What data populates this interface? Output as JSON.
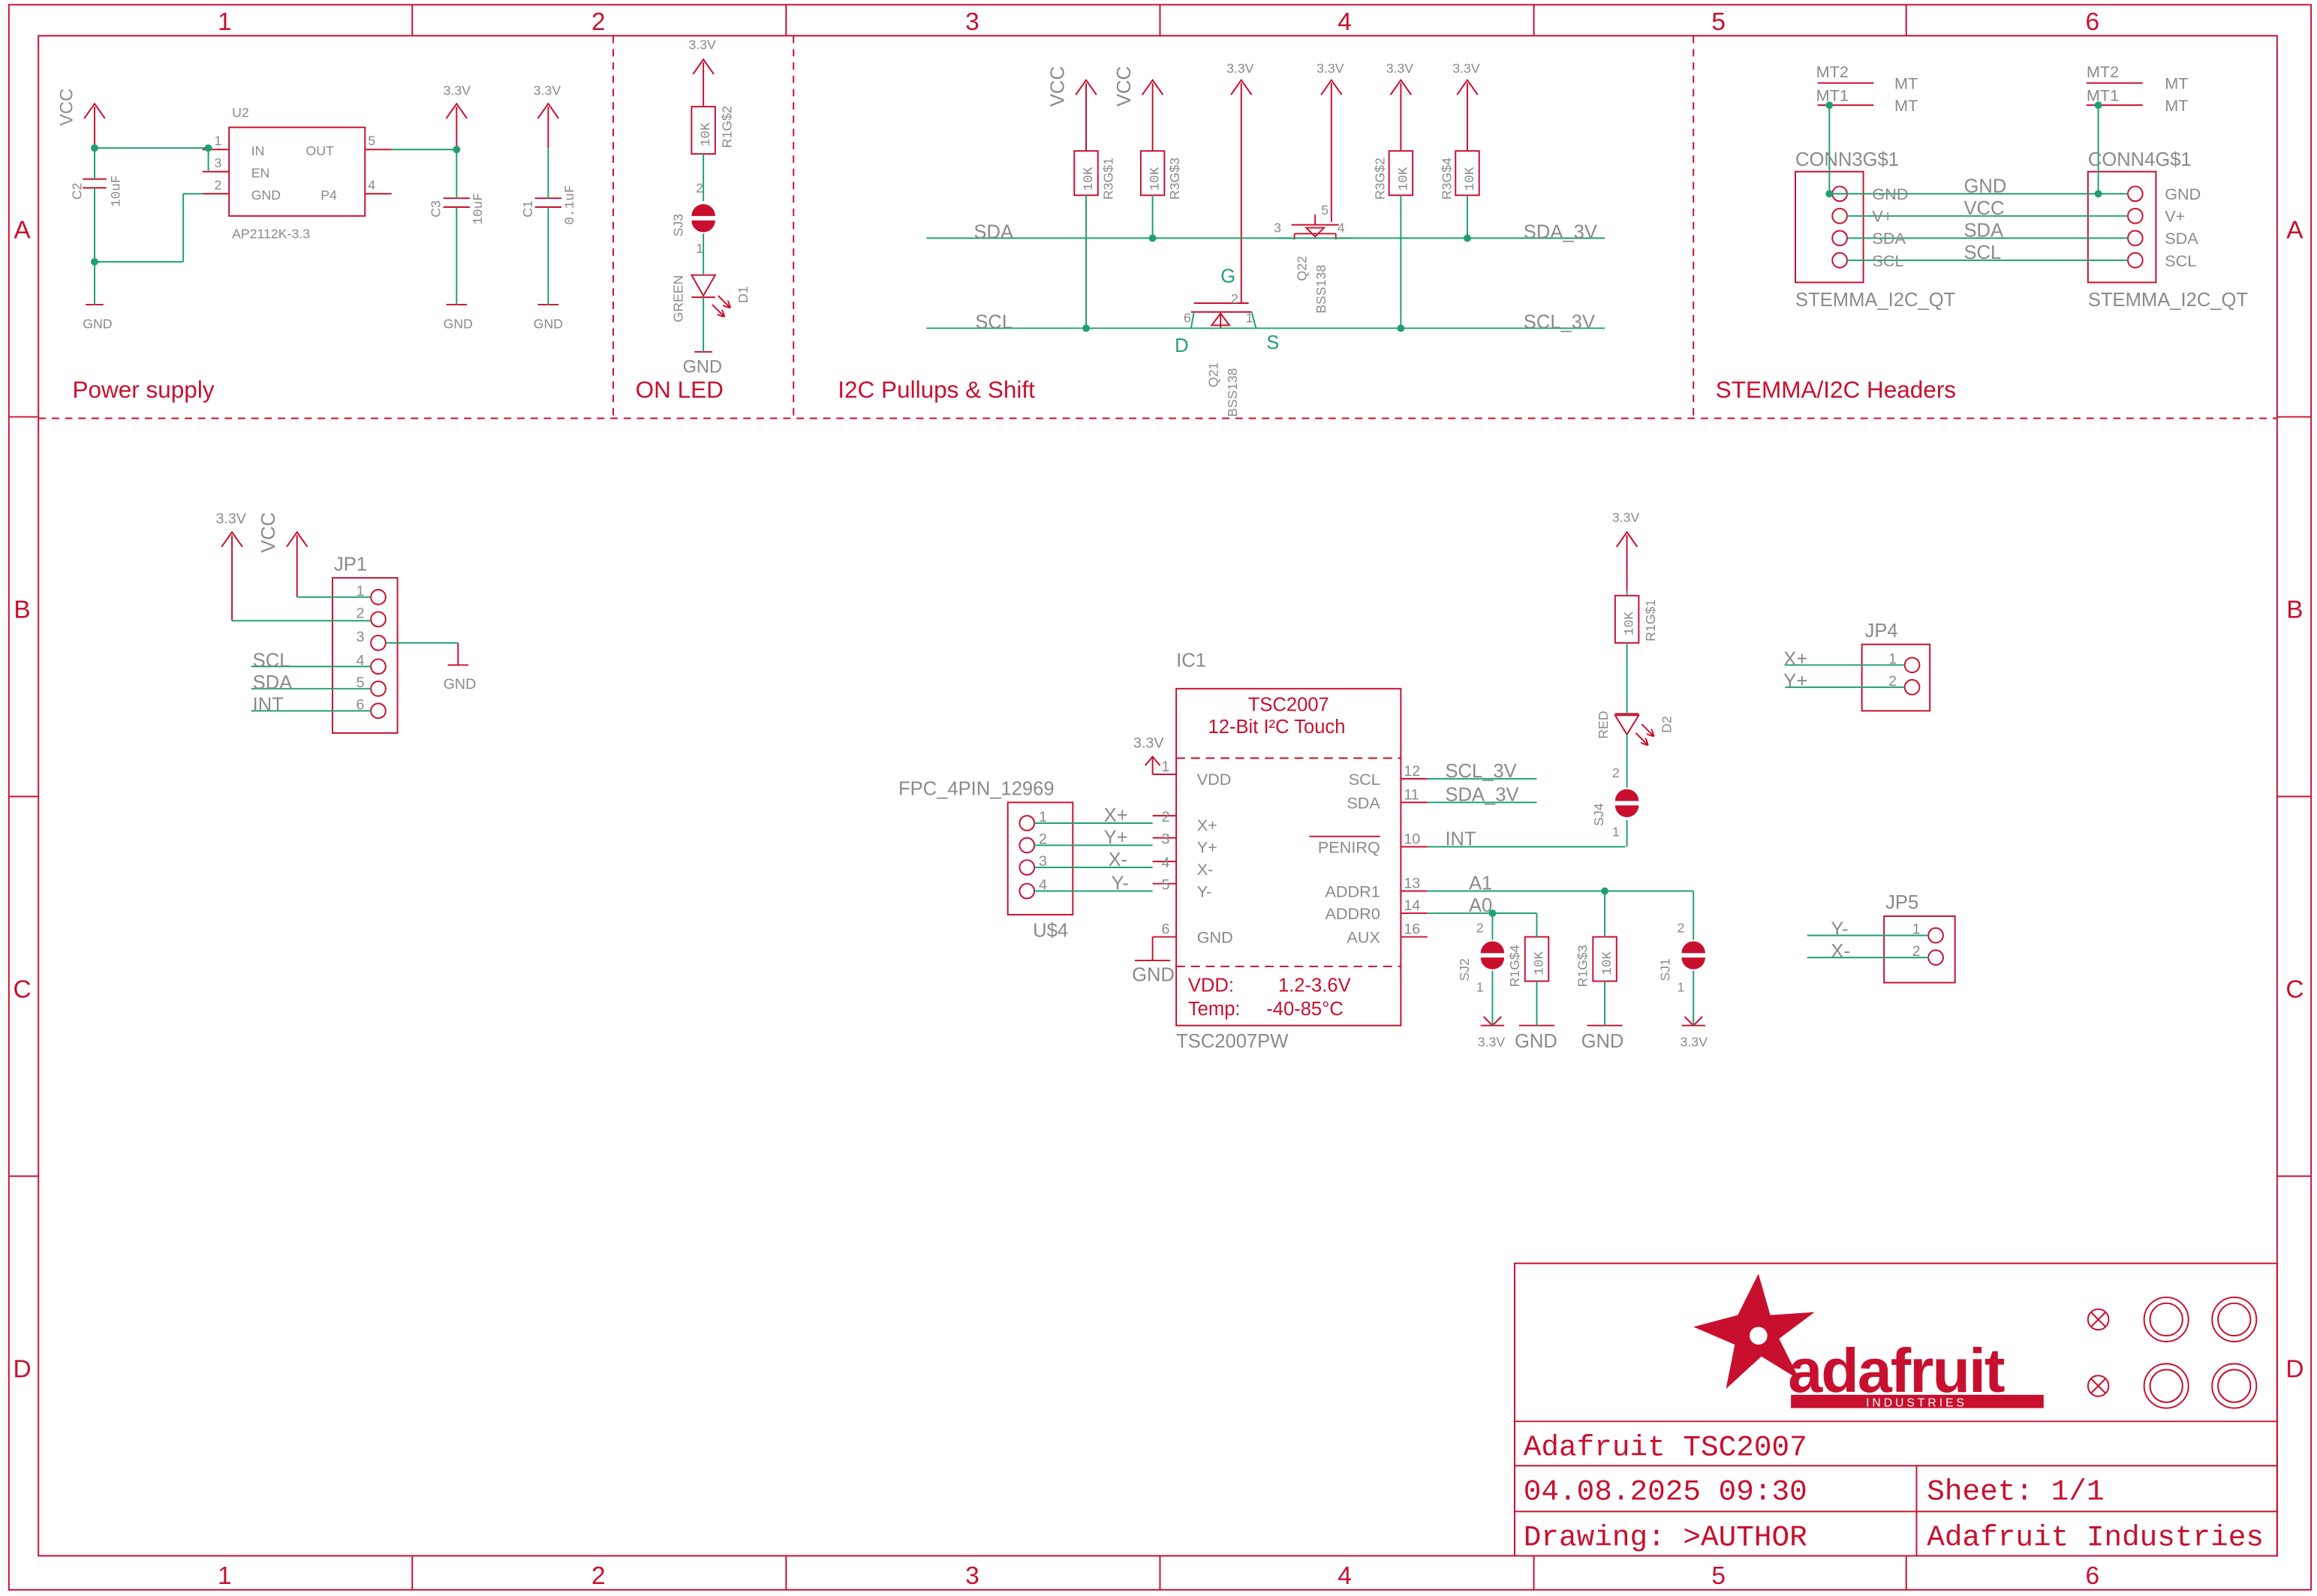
{
  "colors": {
    "frame": "#c8102e",
    "wire": "#20a070",
    "part_text": "#8a8a8a",
    "net_text": "#808080",
    "green_text": "#20a070",
    "background": "#ffffff"
  },
  "frame": {
    "columns": [
      "1",
      "2",
      "3",
      "4",
      "5",
      "6"
    ],
    "rows": [
      "A",
      "B",
      "C",
      "D"
    ]
  },
  "sections": {
    "power": "Power supply",
    "onled": "ON LED",
    "i2c": "I2C Pullups & Shift",
    "stemma": "STEMMA/I2C Headers"
  },
  "power": {
    "vcc": "VCC",
    "u2_name": "U2",
    "u2_value": "AP2112K-3.3",
    "pin_in": "IN",
    "pin_en": "EN",
    "pin_gnd": "GND",
    "pin_out": "OUT",
    "pin_p4": "P4",
    "pn1": "1",
    "pn3": "3",
    "pn2": "2",
    "pn5": "5",
    "pn4": "4",
    "c2_name": "C2",
    "c2_value": "10uF",
    "c3_name": "C3",
    "c3_value": "10uF",
    "c1_name": "C1",
    "c1_value": "0.1uF",
    "v33": "3.3V",
    "gnd": "GND"
  },
  "onled": {
    "v33": "3.3V",
    "r_value": "10K",
    "r_name": "R1G$2",
    "pin2": "2",
    "pin1": "1",
    "sj_name": "SJ3",
    "led_color": "GREEN",
    "led_name": "D1",
    "gnd": "GND"
  },
  "i2c": {
    "vcc": "VCC",
    "v33": "3.3V",
    "r1_name": "R3G$1",
    "r2_name": "R3G$3",
    "r3_name": "R3G$2",
    "r4_name": "R3G$4",
    "r_value": "10K",
    "sda": "SDA",
    "scl": "SCL",
    "sda_3v": "SDA_3V",
    "scl_3v": "SCL_3V",
    "q21_name": "Q21",
    "q21_value": "BSS138",
    "q22_name": "Q22",
    "q22_value": "BSS138",
    "g": "G",
    "d": "D",
    "s": "S",
    "pin2": "2",
    "pin3": "3",
    "pin1": "1",
    "pin4": "4",
    "pin5": "5",
    "pin6": "6"
  },
  "stemma": {
    "mt2": "MT2",
    "mt1": "MT1",
    "mt": "MT",
    "conn3_name": "CONN3G$1",
    "conn4_name": "CONN4G$1",
    "conn_value": "STEMMA_I2C_QT",
    "pins": [
      "GND",
      "V+",
      "SDA",
      "SCL"
    ],
    "nets": [
      "GND",
      "VCC",
      "SDA",
      "SCL"
    ]
  },
  "jp1": {
    "name": "JP1",
    "v33": "3.3V",
    "vcc": "VCC",
    "pins": [
      "1",
      "2",
      "3",
      "4",
      "5",
      "6"
    ],
    "scl": "SCL",
    "sda": "SDA",
    "int": "INT",
    "gnd": "GND"
  },
  "ic1": {
    "name": "IC1",
    "title": "TSC2007",
    "subtitle": "12-Bit I²C Touch",
    "value": "TSC2007PW",
    "left_pins": [
      "VDD",
      "X+",
      "Y+",
      "X-",
      "Y-",
      "GND"
    ],
    "left_nums": [
      "1",
      "2",
      "3",
      "4",
      "5",
      "6"
    ],
    "right_pins": [
      "SCL",
      "SDA",
      "PENIRQ",
      "ADDR1",
      "ADDR0",
      "AUX"
    ],
    "right_nums": [
      "12",
      "11",
      "10",
      "13",
      "14",
      "16"
    ],
    "vdd_label": "VDD:",
    "vdd_value": "1.2-3.6V",
    "temp_label": "Temp:",
    "temp_value": "-40-85°C",
    "v33": "3.3V",
    "gnd": "GND",
    "net_scl": "SCL_3V",
    "net_sda": "SDA_3V",
    "net_int": "INT",
    "net_a1": "A1",
    "net_a0": "A0"
  },
  "fpc": {
    "name": "FPC_4PIN_12969",
    "part": "U$4",
    "pins": [
      "1",
      "2",
      "3",
      "4"
    ],
    "nets": [
      "X+",
      "Y+",
      "X-",
      "Y-"
    ]
  },
  "irq_led": {
    "v33": "3.3V",
    "r_value": "10K",
    "r_name": "R1G$1",
    "led_color": "RED",
    "led_name": "D2",
    "sj_name": "SJ4",
    "pin2": "2",
    "pin1": "1"
  },
  "addr": {
    "sj2": "SJ2",
    "sj1": "SJ1",
    "r4_name": "R1G$4",
    "r3_name": "R1G$3",
    "r_value": "10K",
    "pin2": "2",
    "pin1": "1",
    "v33": "3.3V",
    "gnd": "GND"
  },
  "jp4": {
    "name": "JP4",
    "pins": [
      "1",
      "2"
    ],
    "nets": [
      "X+",
      "Y+"
    ]
  },
  "jp5": {
    "name": "JP5",
    "pins": [
      "1",
      "2"
    ],
    "nets": [
      "Y-",
      "X-"
    ]
  },
  "title_block": {
    "logo_text": "adafruit",
    "logo_sub": "INDUSTRIES",
    "title": "Adafruit TSC2007",
    "date": "04.08.2025 09:30",
    "sheet": "Sheet: 1/1",
    "drawing": "Drawing: >AUTHOR",
    "company": "Adafruit Industries"
  }
}
